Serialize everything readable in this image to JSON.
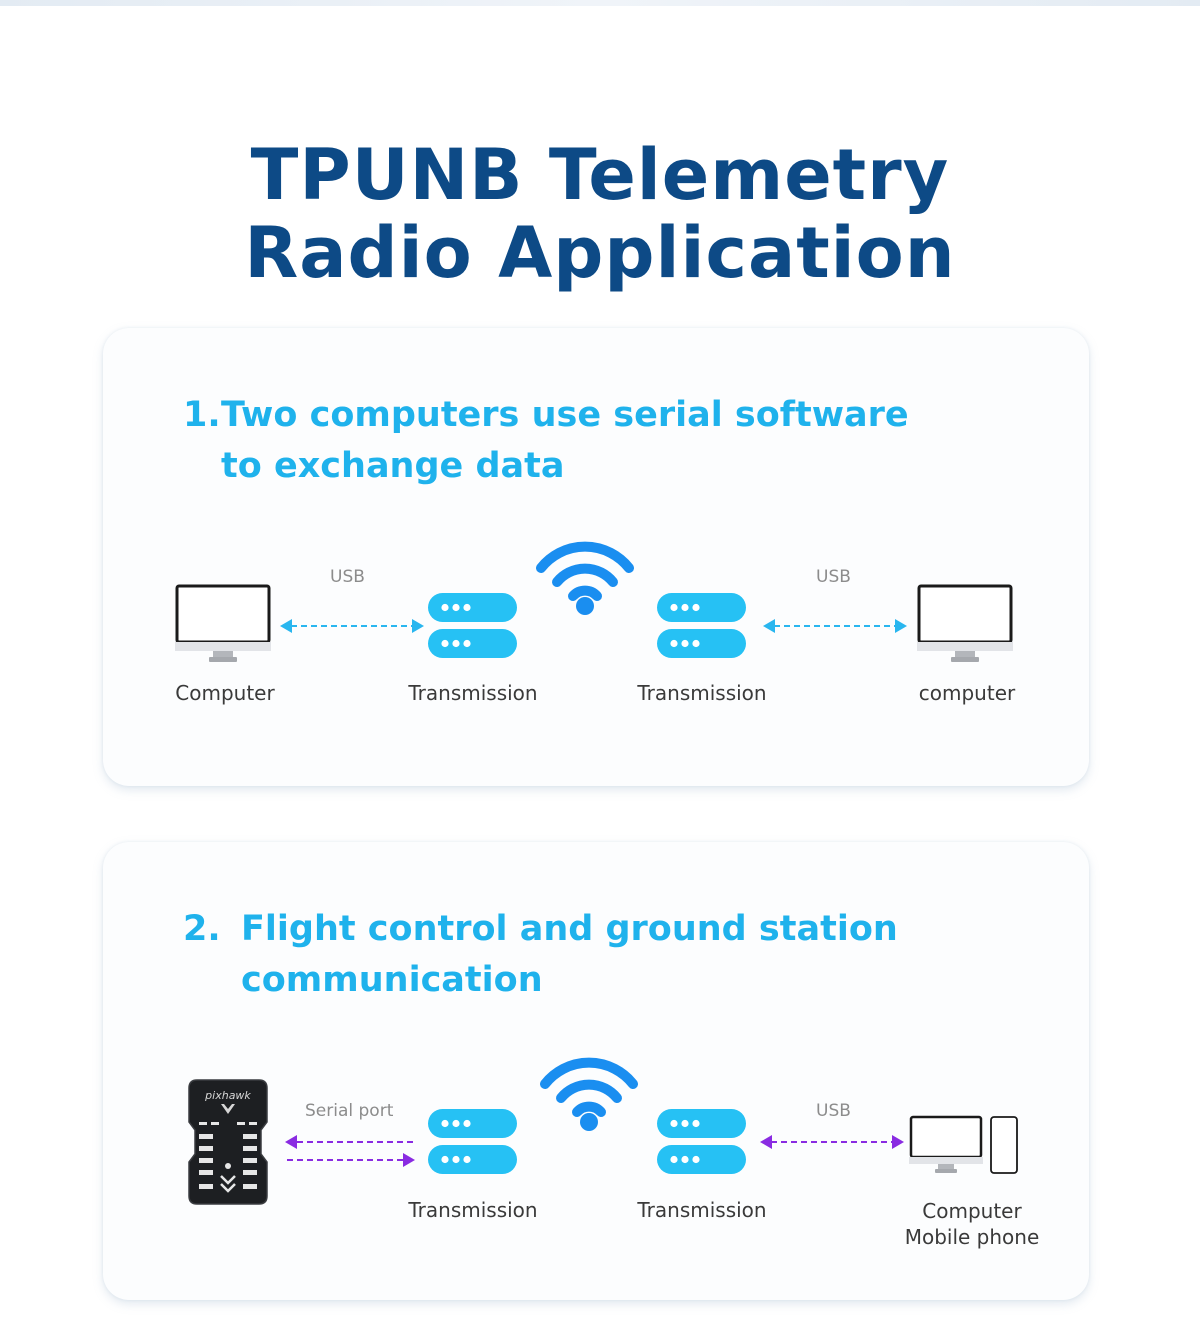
{
  "title": {
    "line1": "TPUNB Telemetry",
    "line2": "Radio Application"
  },
  "colors": {
    "title": "#0d4a86",
    "heading": "#1fb2ec",
    "module": "#26c1f4",
    "wifi": "#1a8ef0",
    "usb_arrow": "#29b6ef",
    "serial_arrow": "#8a2be2"
  },
  "sections": [
    {
      "number": "1.",
      "heading_line1": "Two computers use serial software",
      "heading_line2": "to exchange data",
      "left_device": "Computer",
      "left_link": "USB",
      "module_left": "Transmission",
      "module_right": "Transmission",
      "right_link": "USB",
      "right_device": "computer"
    },
    {
      "number": "2.",
      "heading_line1": "Flight control and ground station",
      "heading_line2": "communication",
      "left_device_logo": "pixhawk",
      "left_link": "Serial port",
      "module_left": "Transmission",
      "module_right": "Transmission",
      "right_link": "USB",
      "right_device_line1": "Computer",
      "right_device_line2": "Mobile phone"
    }
  ]
}
